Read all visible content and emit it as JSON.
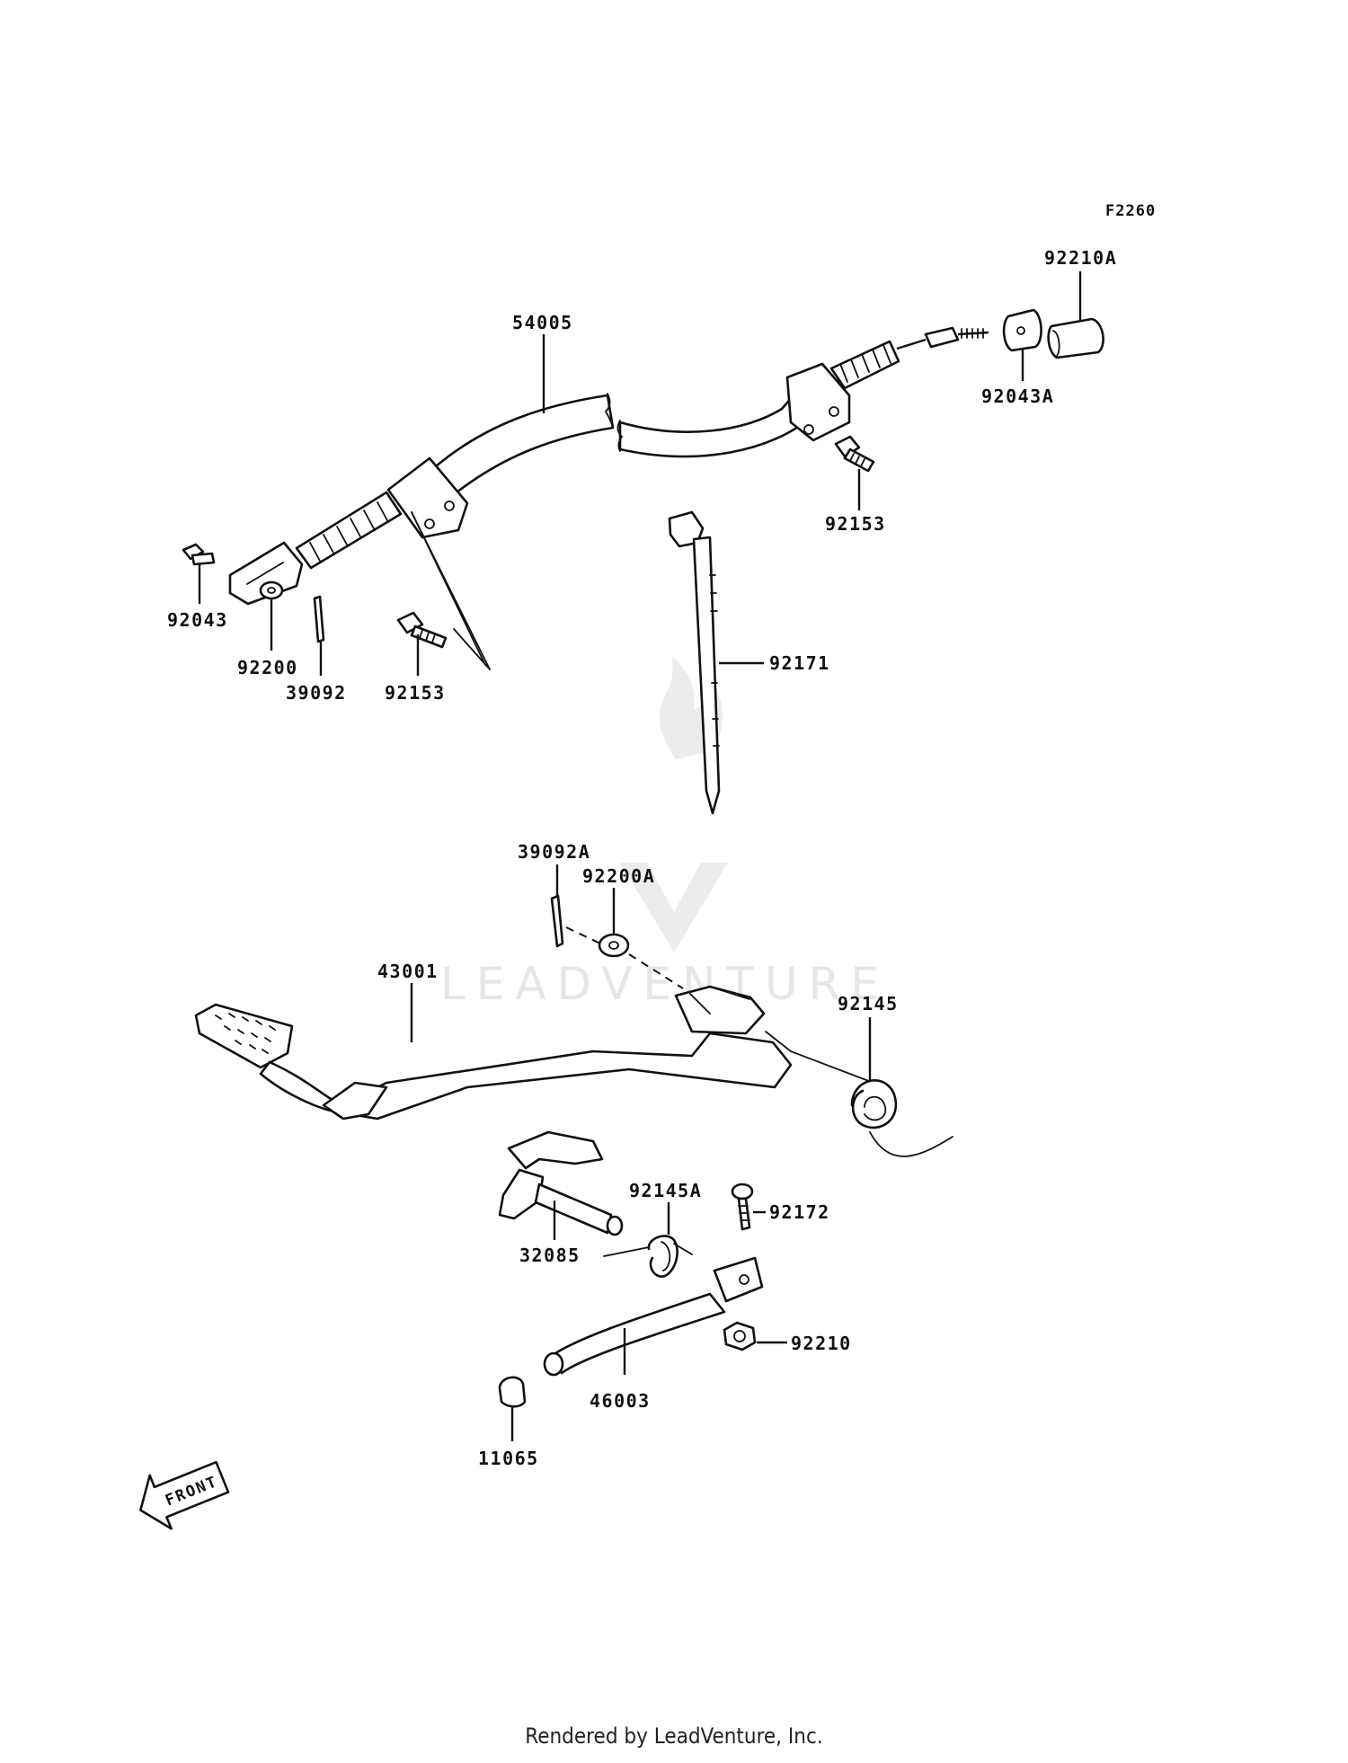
{
  "figure_code": "F2260",
  "front_label": "FRONT",
  "watermark": "LEADVENTURE",
  "footer": "Rendered by LeadVenture, Inc.",
  "callouts": [
    {
      "id": "54005"
    },
    {
      "id": "92210A"
    },
    {
      "id": "92043A"
    },
    {
      "id": "92153",
      "instance": "upper-right"
    },
    {
      "id": "92043"
    },
    {
      "id": "92200"
    },
    {
      "id": "39092"
    },
    {
      "id": "92153",
      "instance": "lower-left"
    },
    {
      "id": "92171"
    },
    {
      "id": "39092A"
    },
    {
      "id": "92200A"
    },
    {
      "id": "43001"
    },
    {
      "id": "92145"
    },
    {
      "id": "92145A"
    },
    {
      "id": "92172"
    },
    {
      "id": "32085"
    },
    {
      "id": "92210"
    },
    {
      "id": "46003"
    },
    {
      "id": "11065"
    }
  ]
}
